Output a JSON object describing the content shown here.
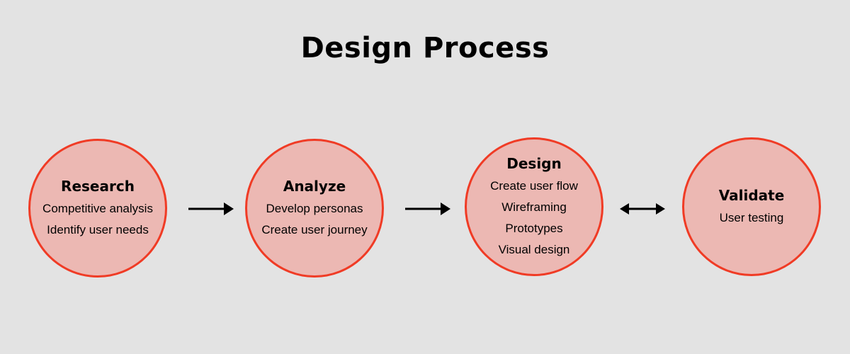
{
  "title": "Design Process",
  "colors": {
    "background": "#e3e3e3",
    "circle_fill": "#ecb8b3",
    "circle_border": "#f03b25",
    "text": "#000000"
  },
  "stages": [
    {
      "title": "Research",
      "items": [
        "Competitive analysis",
        "Identify user needs"
      ]
    },
    {
      "title": "Analyze",
      "items": [
        "Develop personas",
        "Create user journey"
      ]
    },
    {
      "title": "Design",
      "items": [
        "Create user flow",
        "Wireframing",
        "Prototypes",
        "Visual design"
      ]
    },
    {
      "title": "Validate",
      "items": [
        "User testing"
      ]
    }
  ],
  "connectors": [
    {
      "from": "Research",
      "to": "Analyze",
      "type": "arrow-right"
    },
    {
      "from": "Analyze",
      "to": "Design",
      "type": "arrow-right"
    },
    {
      "from": "Design",
      "to": "Validate",
      "type": "arrow-both"
    }
  ]
}
